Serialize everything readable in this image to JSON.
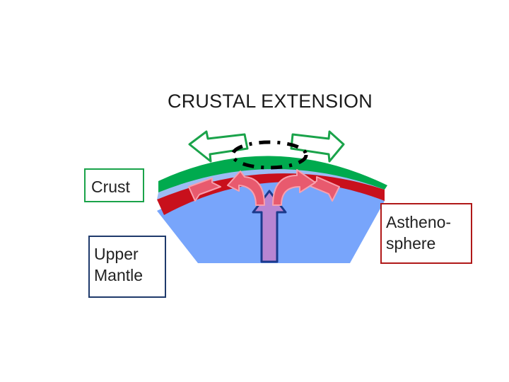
{
  "title": "CRUSTAL EXTENSION",
  "labels": {
    "crust": "Crust",
    "upper_mantle_line1": "Upper",
    "upper_mantle_line2": "Mantle",
    "asthenosphere_line1": "Astheno-",
    "asthenosphere_line2": "sphere"
  },
  "colors": {
    "crust": "#00aa4e",
    "thin_mantle_band": "#9dbcf4",
    "asthenosphere": "#c8101c",
    "upper_mantle": "#78a5fb",
    "plume": "#b885d2",
    "plume_border": "#1b3a8c",
    "flow_arrow": "#e85a6e",
    "flow_arrow_border": "#f7a0ae",
    "extension_arrow_border": "#1aa34a",
    "label_crust_border": "#1aa34a",
    "label_mantle_border": "#1f3a6b",
    "label_astheno_border": "#b01818"
  }
}
